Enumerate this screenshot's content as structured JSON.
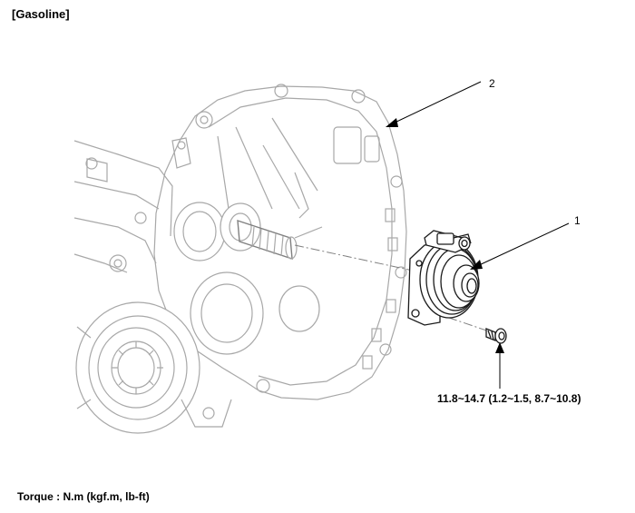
{
  "header": {
    "title": "[Gasoline]"
  },
  "callouts": {
    "item1": "1",
    "item2": "2"
  },
  "torque_spec": "11.8~14.7 (1.2~1.5, 8.7~10.8)",
  "footer": {
    "units_note": "Torque : N.m (kgf.m, lb-ft)"
  }
}
